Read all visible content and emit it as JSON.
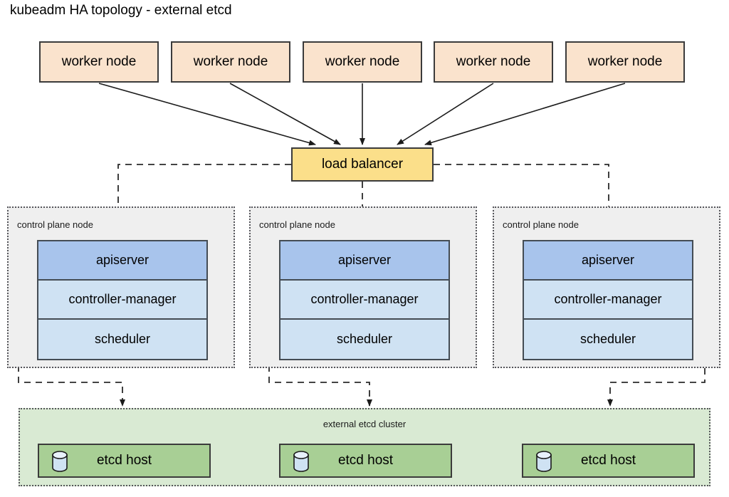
{
  "title": "kubeadm HA topology - external etcd",
  "colors": {
    "worker_fill": "#fae3cd",
    "load_balancer_fill": "#fbdf8a",
    "control_plane_fill": "#efefef",
    "apiserver_fill": "#a8c4ec",
    "component_fill": "#cfe2f3",
    "etcd_cluster_fill": "#d9ead3",
    "etcd_host_fill": "#a8cf95",
    "stroke": "#3b3b3b",
    "dashed_stroke": "#55555a",
    "page_background": "#ffffff"
  },
  "workers": [
    {
      "label": "worker node"
    },
    {
      "label": "worker node"
    },
    {
      "label": "worker node"
    },
    {
      "label": "worker node"
    },
    {
      "label": "worker node"
    }
  ],
  "load_balancer": {
    "label": "load balancer"
  },
  "control_planes": [
    {
      "label": "control plane node",
      "components": [
        {
          "name": "apiserver",
          "label": "apiserver"
        },
        {
          "name": "controller-manager",
          "label": "controller-manager"
        },
        {
          "name": "scheduler",
          "label": "scheduler"
        }
      ]
    },
    {
      "label": "control plane node",
      "components": [
        {
          "name": "apiserver",
          "label": "apiserver"
        },
        {
          "name": "controller-manager",
          "label": "controller-manager"
        },
        {
          "name": "scheduler",
          "label": "scheduler"
        }
      ]
    },
    {
      "label": "control plane node",
      "components": [
        {
          "name": "apiserver",
          "label": "apiserver"
        },
        {
          "name": "controller-manager",
          "label": "controller-manager"
        },
        {
          "name": "scheduler",
          "label": "scheduler"
        }
      ]
    }
  ],
  "etcd_cluster": {
    "label": "external etcd cluster",
    "hosts": [
      {
        "label": "etcd host",
        "icon": "database-icon"
      },
      {
        "label": "etcd host",
        "icon": "database-icon"
      },
      {
        "label": "etcd host",
        "icon": "database-icon"
      }
    ]
  }
}
